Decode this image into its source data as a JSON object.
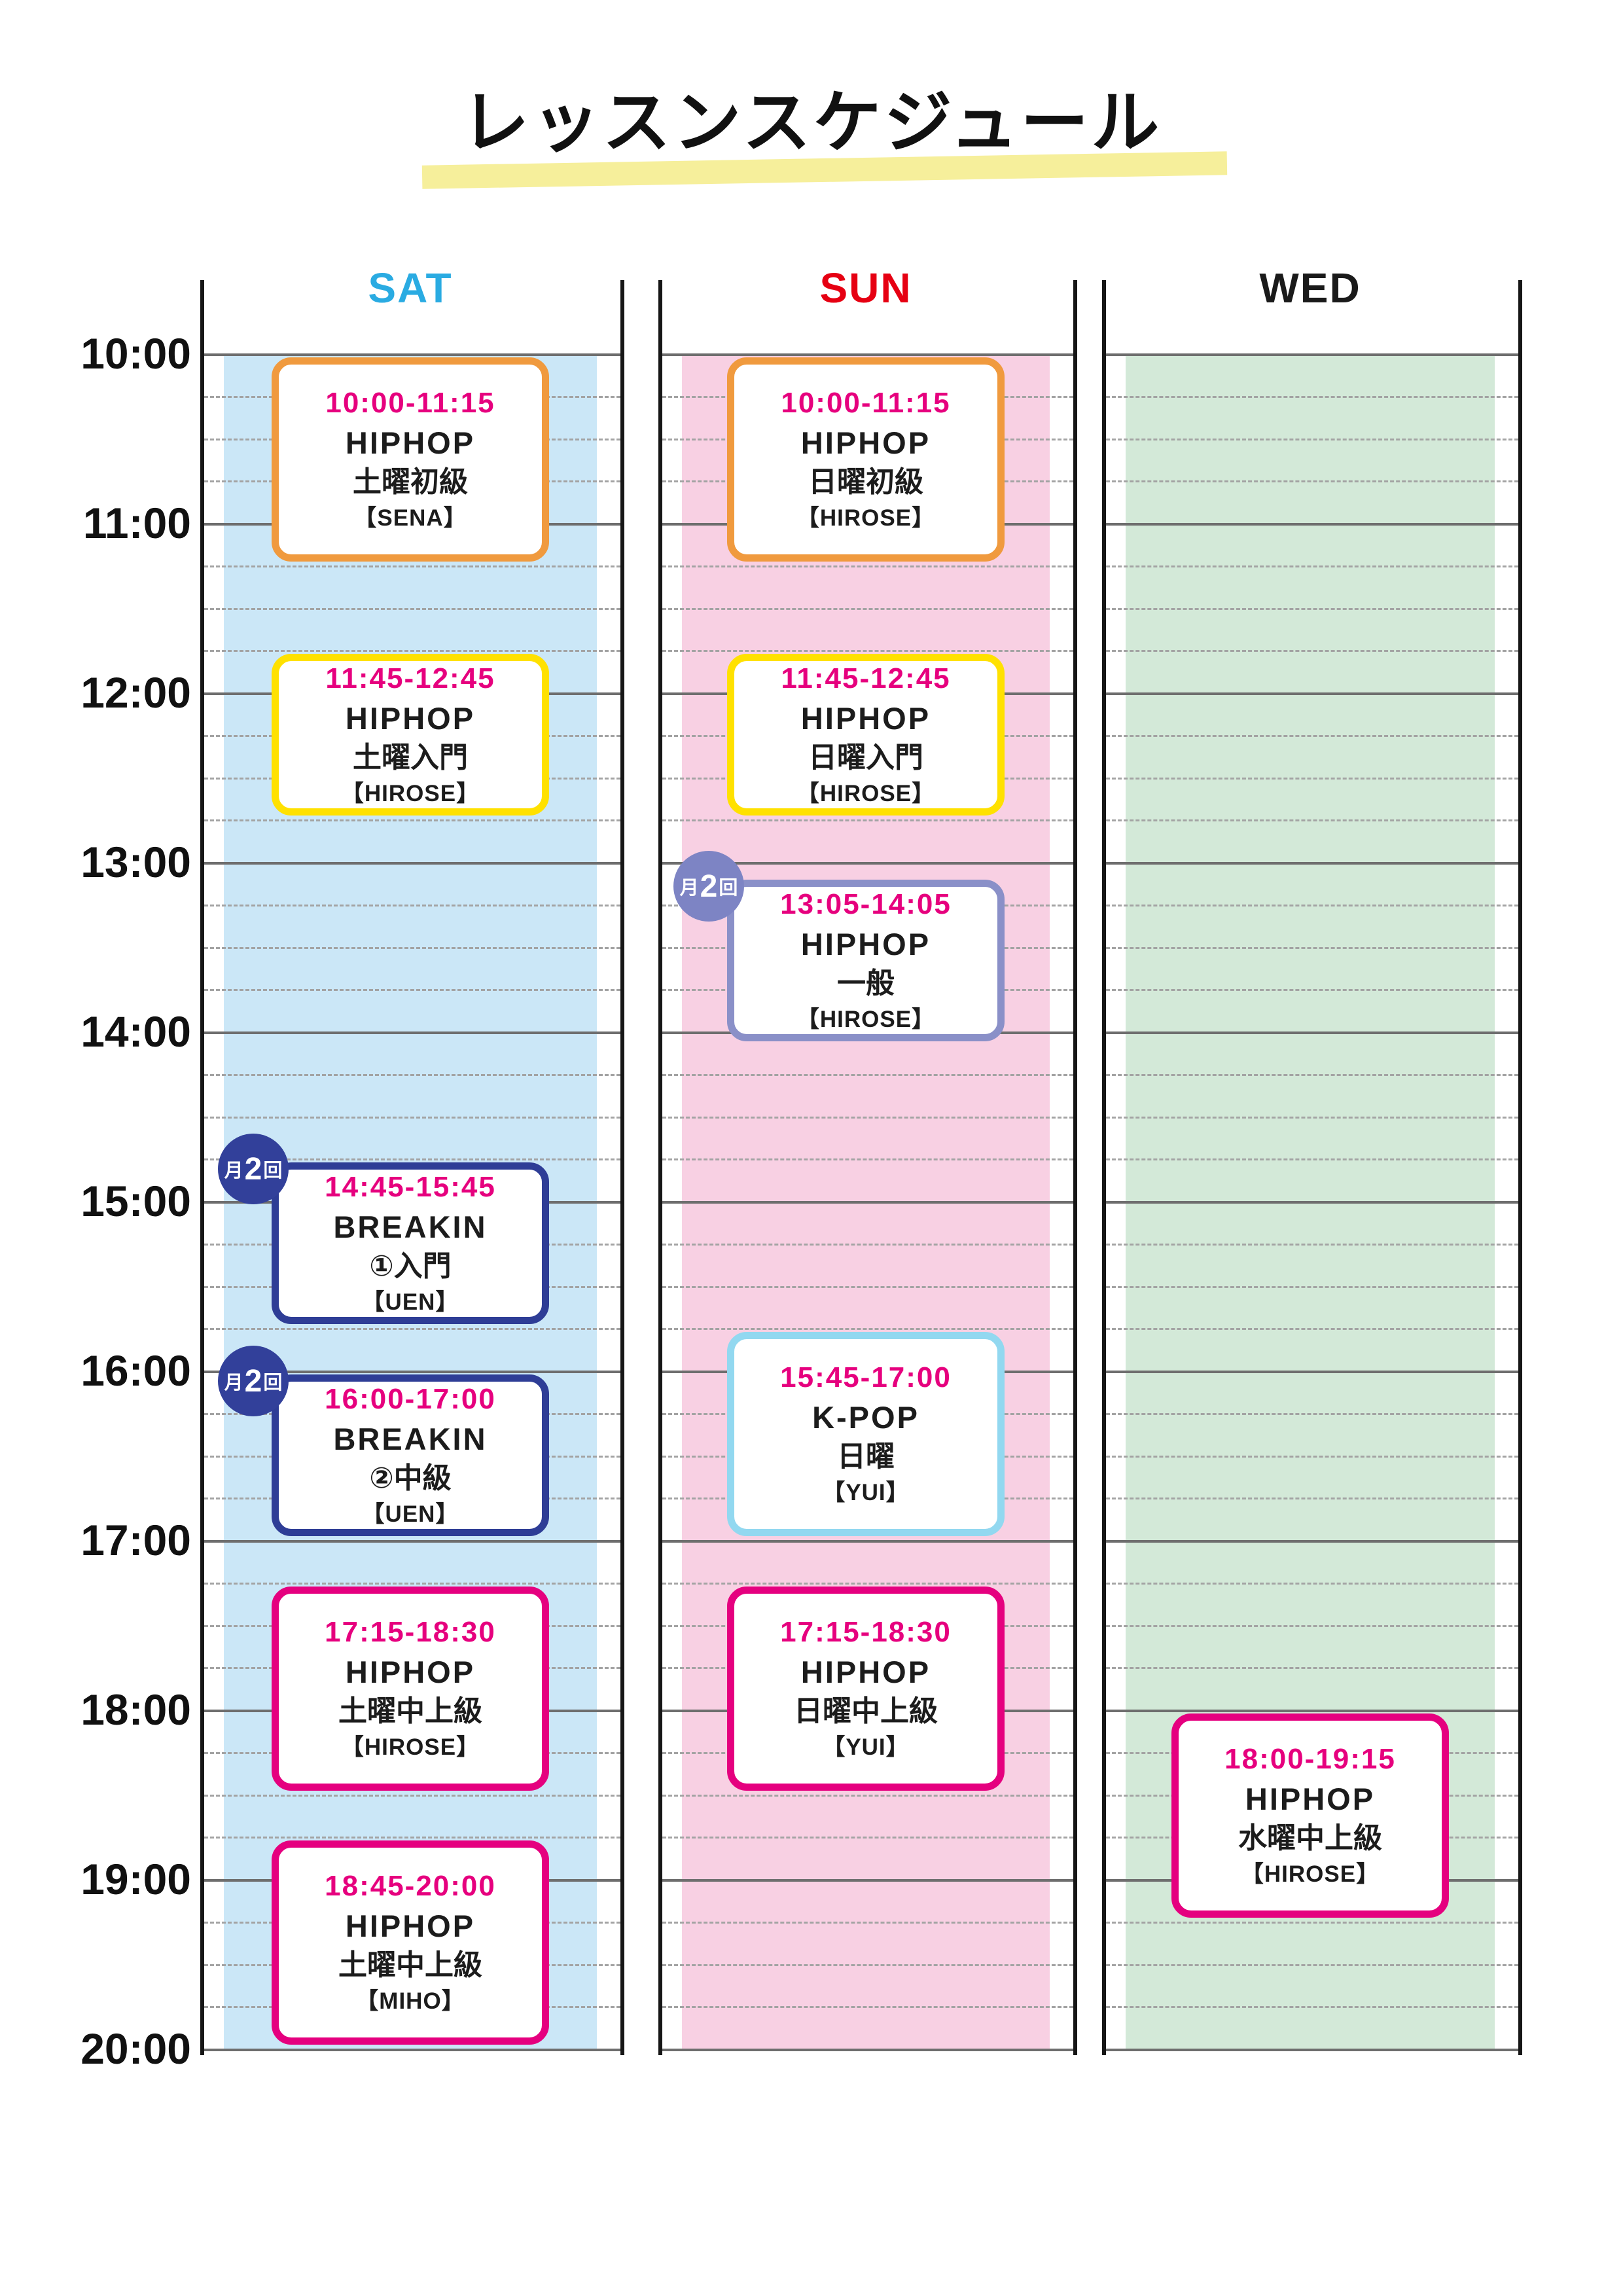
{
  "title": "レッスンスケジュール",
  "badge": {
    "parts": [
      "月",
      "2",
      "回"
    ]
  },
  "time_labels": [
    "10:00",
    "11:00",
    "12:00",
    "13:00",
    "14:00",
    "15:00",
    "16:00",
    "17:00",
    "18:00",
    "19:00",
    "20:00"
  ],
  "columns": [
    {
      "id": "sat",
      "label": "SAT",
      "label_color": "#2aabe2",
      "strip_color": "#cbe7f7"
    },
    {
      "id": "sun",
      "label": "SUN",
      "label_color": "#e60012",
      "strip_color": "#f8d0e3"
    },
    {
      "id": "wed",
      "label": "WED",
      "label_color": "#1a1a1a",
      "strip_color": "#d3e9d8"
    }
  ],
  "lessons": [
    {
      "column": "sat",
      "time": "10:00-11:15",
      "start": 10.0,
      "end": 11.25,
      "name": "HIPHOP",
      "level": "土曜初級",
      "teacher": "【SENA】",
      "border_color": "#f09a3e",
      "badge": false
    },
    {
      "column": "sat",
      "time": "11:45-12:45",
      "start": 11.75,
      "end": 12.75,
      "name": "HIPHOP",
      "level": "土曜入門",
      "teacher": "【HIROSE】",
      "border_color": "#ffe100",
      "badge": false
    },
    {
      "column": "sat",
      "time": "14:45-15:45",
      "start": 14.75,
      "end": 15.75,
      "name": "BREAKIN",
      "level": "①入門",
      "teacher": "【UEN】",
      "border_color": "#2e3d96",
      "badge": true,
      "badge_color": "#32409a"
    },
    {
      "column": "sat",
      "time": "16:00-17:00",
      "start": 16.0,
      "end": 17.0,
      "name": "BREAKIN",
      "level": "②中級",
      "teacher": "【UEN】",
      "border_color": "#2e3d96",
      "badge": true,
      "badge_color": "#32409a"
    },
    {
      "column": "sat",
      "time": "17:15-18:30",
      "start": 17.25,
      "end": 18.5,
      "name": "HIPHOP",
      "level": "土曜中上級",
      "teacher": "【HIROSE】",
      "border_color": "#e5007f",
      "badge": false
    },
    {
      "column": "sat",
      "time": "18:45-20:00",
      "start": 18.75,
      "end": 20.0,
      "name": "HIPHOP",
      "level": "土曜中上級",
      "teacher": "【MIHO】",
      "border_color": "#e5007f",
      "badge": false
    },
    {
      "column": "sun",
      "time": "10:00-11:15",
      "start": 10.0,
      "end": 11.25,
      "name": "HIPHOP",
      "level": "日曜初級",
      "teacher": "【HIROSE】",
      "border_color": "#f09a3e",
      "badge": false
    },
    {
      "column": "sun",
      "time": "11:45-12:45",
      "start": 11.75,
      "end": 12.75,
      "name": "HIPHOP",
      "level": "日曜入門",
      "teacher": "【HIROSE】",
      "border_color": "#ffe100",
      "badge": false
    },
    {
      "column": "sun",
      "time": "13:05-14:05",
      "start": 13.083,
      "end": 14.083,
      "name": "HIPHOP",
      "level": "一般",
      "teacher": "【HIROSE】",
      "border_color": "#8a90c8",
      "badge": true,
      "badge_color": "#7d84c4"
    },
    {
      "column": "sun",
      "time": "15:45-17:00",
      "start": 15.75,
      "end": 17.0,
      "name": "K-POP",
      "level": "日曜",
      "teacher": "【YUI】",
      "border_color": "#92d8f0",
      "badge": false
    },
    {
      "column": "sun",
      "time": "17:15-18:30",
      "start": 17.25,
      "end": 18.5,
      "name": "HIPHOP",
      "level": "日曜中上級",
      "teacher": "【YUI】",
      "border_color": "#e5007f",
      "badge": false
    },
    {
      "column": "wed",
      "time": "18:00-19:15",
      "start": 18.0,
      "end": 19.25,
      "name": "HIPHOP",
      "level": "水曜中上級",
      "teacher": "【HIROSE】",
      "border_color": "#e5007f",
      "badge": false
    }
  ]
}
